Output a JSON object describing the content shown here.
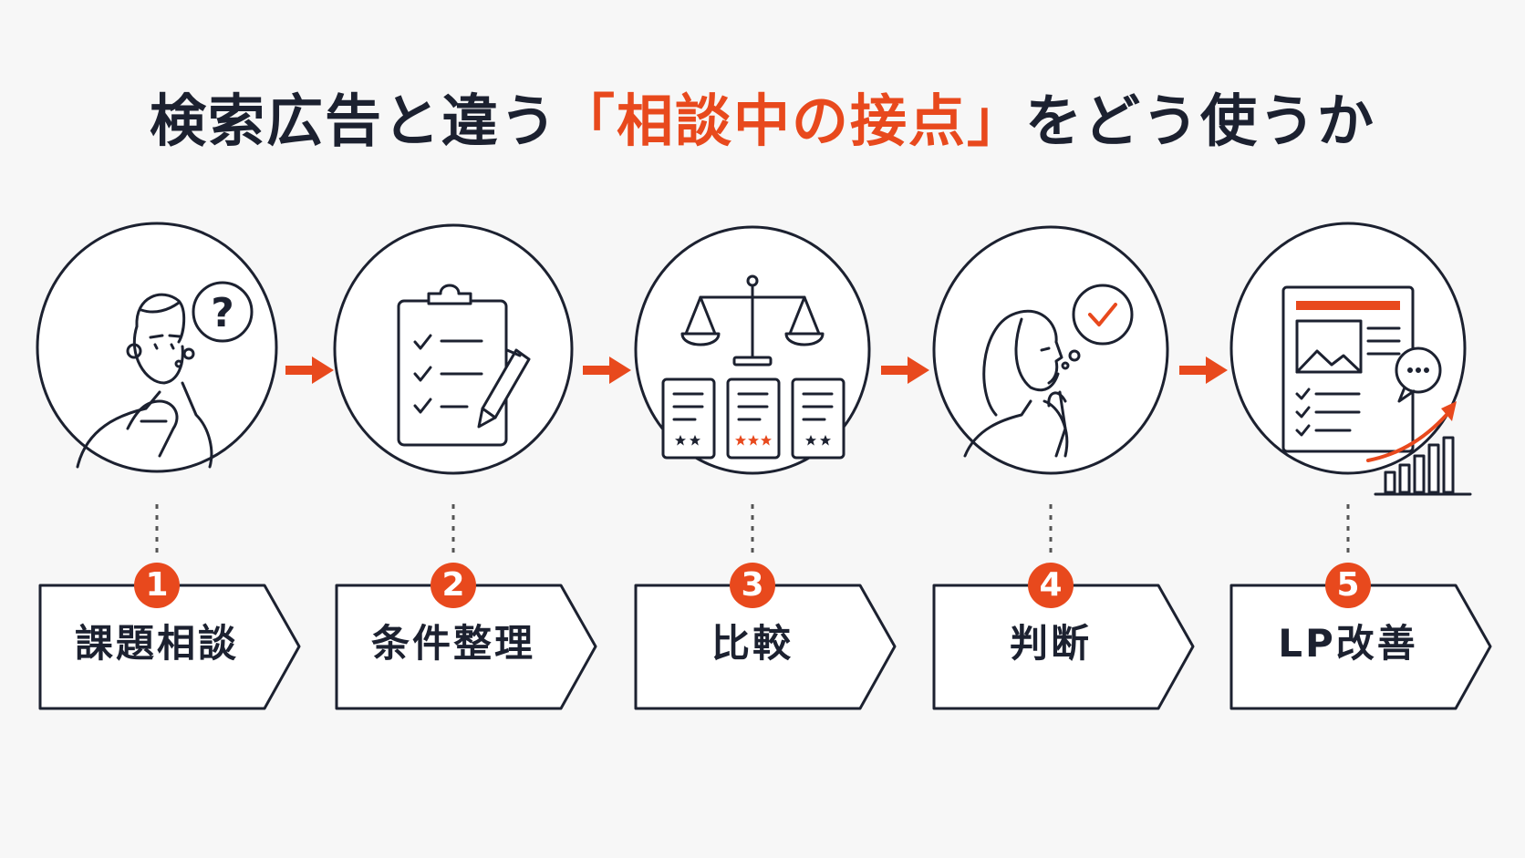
{
  "title": {
    "pre": "検索広告と違う",
    "accent": "「相談中の接点」",
    "post": "をどう使うか"
  },
  "colors": {
    "accent": "#e8491d",
    "ink": "#1c2130",
    "background": "#f7f7f7"
  },
  "steps": [
    {
      "number": "1",
      "label": "課題相談",
      "icon": "thinking-person-question-icon"
    },
    {
      "number": "2",
      "label": "条件整理",
      "icon": "checklist-clipboard-pencil-icon"
    },
    {
      "number": "3",
      "label": "比較",
      "icon": "balance-scale-rating-cards-icon"
    },
    {
      "number": "4",
      "label": "判断",
      "icon": "woman-thinking-check-icon"
    },
    {
      "number": "5",
      "label": "LP改善",
      "icon": "landing-page-growth-chart-icon"
    }
  ]
}
